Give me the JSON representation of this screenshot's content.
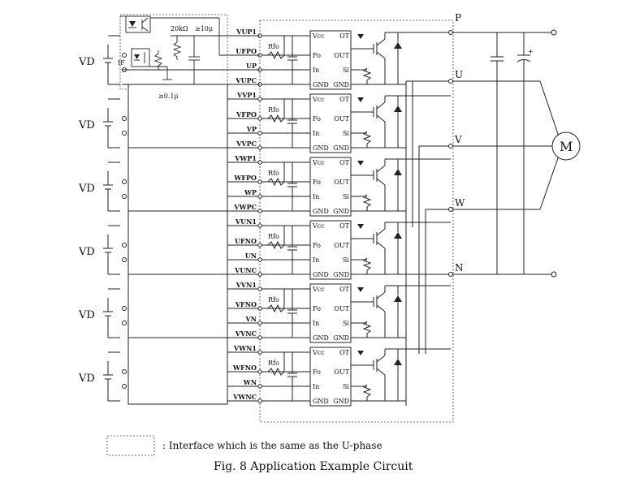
{
  "diagram": {
    "legend_text": ": Interface which is the same as the U-phase",
    "caption": "Fig. 8   Application Example Circuit",
    "supply_label": "VD",
    "resistor_label": "Rfo",
    "motor_label": "M",
    "detail": {
      "pullup": "20kΩ",
      "cap_top": "≥10μ",
      "cap_bottom": "≥0.1μ",
      "led_label": "IF"
    },
    "ic_pins_left": [
      "Vcc",
      "Fo",
      "In",
      "GND"
    ],
    "ic_pins_right": [
      "OT",
      "OUT",
      "Si",
      "GND"
    ],
    "outputs": [
      "P",
      "U",
      "V",
      "W",
      "N"
    ],
    "phases": [
      {
        "top": "VUP1",
        "fo": "UFPO",
        "in": "UP",
        "gnd": "VUPC"
      },
      {
        "top": "VVP1",
        "fo": "VFPO",
        "in": "VP",
        "gnd": "VVPC"
      },
      {
        "top": "VWP1",
        "fo": "WFPO",
        "in": "WP",
        "gnd": "VWPC"
      },
      {
        "top": "VUN1",
        "fo": "UFNO",
        "in": "UN",
        "gnd": "VUNC"
      },
      {
        "top": "VVN1",
        "fo": "VFNO",
        "in": "VN",
        "gnd": "VVNC"
      },
      {
        "top": "VWN1",
        "fo": "WFNO",
        "in": "WN",
        "gnd": "VWNC"
      }
    ]
  }
}
